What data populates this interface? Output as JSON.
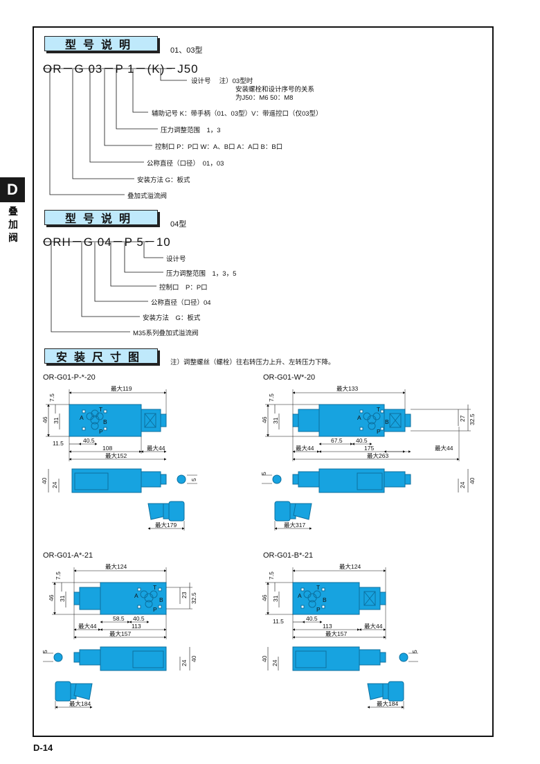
{
  "side_tab": {
    "letter": "D",
    "label": "叠加阀"
  },
  "page_number": "D-14",
  "section1": {
    "header": "型号说明",
    "subtitle": "01、03型",
    "code": "OR－G 03－P 1－(K)－J50",
    "items": [
      {
        "text": "设计号　 注）03型时"
      },
      {
        "text": "安装螺栓和设计序号的关系"
      },
      {
        "text": "为J50：M6 50：M8"
      },
      {
        "text": "辅助记号 K：带手柄（01、03型）V：带遥控口（仅03型）"
      },
      {
        "text": "压力调整范围　1，3"
      },
      {
        "text": "控制口 P：P口 W：A、B口 A：A口 B：B口"
      },
      {
        "text": "公称直径（口径）　01，03"
      },
      {
        "text": "安装方法 G：板式"
      },
      {
        "text": "叠加式溢流阀"
      }
    ]
  },
  "section2": {
    "header": "型号说明",
    "subtitle": "04型",
    "code": "ORH－G 04－P 5－10",
    "items": [
      {
        "text": "设计号"
      },
      {
        "text": "压力调整范围　1，3，5"
      },
      {
        "text": "控制口　P：P口"
      },
      {
        "text": "公称直径（口径）04"
      },
      {
        "text": "安装方法　G：板式"
      },
      {
        "text": "M35系列叠加式溢流阀"
      }
    ]
  },
  "section3": {
    "header": "安装尺寸图",
    "note": "注）调整螺丝（螺栓）往右转压力上升、左转压力下降。"
  },
  "drawings": {
    "d1": {
      "title": "OR-G01-P-*-20",
      "max_top": "最大119",
      "d11_5": "11.5",
      "d40_5": "40.5",
      "d108": "108",
      "max44": "最大44",
      "max152": "最大152",
      "d46": "46",
      "d31": "31",
      "d7_5": "7.5",
      "d40": "40",
      "d24": "24",
      "d5": "5",
      "max179": "最大179"
    },
    "d2": {
      "title": "OR-G01-W*-20",
      "max_top": "最大133",
      "d67_5": "67.5",
      "d40_5": "40.5",
      "d175": "175",
      "max44a": "最大44",
      "max44b": "最大44",
      "max263": "最大263",
      "d46": "46",
      "d31": "31",
      "d7_5": "7.5",
      "d27": "27",
      "d32_5": "32.5",
      "d40": "40",
      "d24": "24",
      "d5": "5",
      "max317": "最大317"
    },
    "d3": {
      "title": "OR-G01-A*-21",
      "max_top": "最大124",
      "d58_5": "58.5",
      "d40_5": "40.5",
      "d113": "113",
      "max44": "最大44",
      "max157": "最大157",
      "d46": "46",
      "d31": "31",
      "d7_5": "7.5",
      "d23": "23",
      "d32_5": "32.5",
      "d40": "40",
      "d24": "24",
      "d5": "5",
      "max184": "最大184"
    },
    "d4": {
      "title": "OR-G01-B*-21",
      "max_top": "最大124",
      "d11_5": "11.5",
      "d40_5": "40.5",
      "d113": "113",
      "max44": "最大44",
      "max157": "最大157",
      "d46": "46",
      "d31": "31",
      "d7_5": "7.5",
      "d40": "40",
      "d24": "24",
      "d5": "5",
      "max184": "最大184"
    }
  },
  "port_labels": {
    "t": "T",
    "a": "A",
    "b": "B",
    "p": "P"
  },
  "colors": {
    "valve": "#17a3e0",
    "valve_dark": "#0c6f9e",
    "header_bg": "#bfe9fb"
  }
}
